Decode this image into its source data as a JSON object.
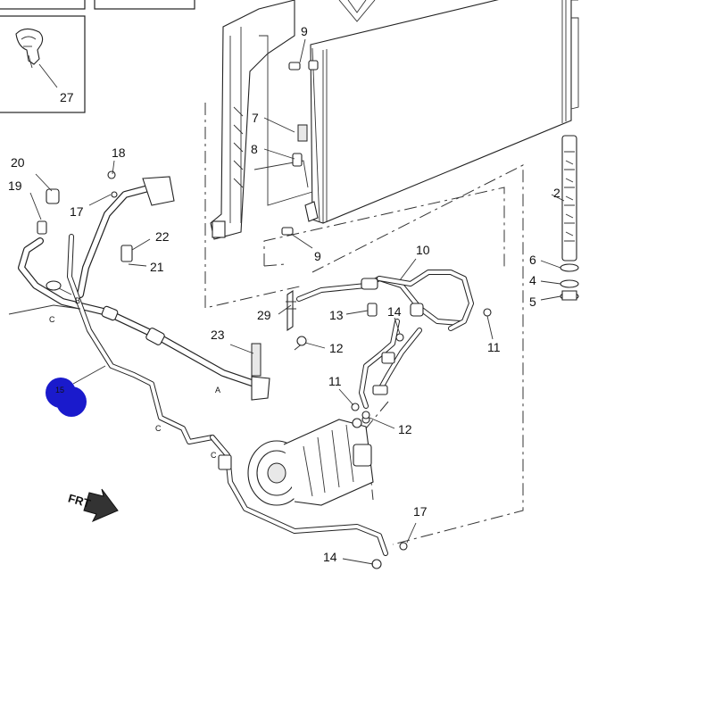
{
  "callouts": [
    {
      "id": "c27",
      "label": "27"
    },
    {
      "id": "c9a",
      "label": "9"
    },
    {
      "id": "c7",
      "label": "7"
    },
    {
      "id": "c8",
      "label": "8"
    },
    {
      "id": "c9b",
      "label": "9"
    },
    {
      "id": "c18",
      "label": "18"
    },
    {
      "id": "c20",
      "label": "20"
    },
    {
      "id": "c19",
      "label": "19"
    },
    {
      "id": "c17a",
      "label": "17"
    },
    {
      "id": "c22",
      "label": "22"
    },
    {
      "id": "c21",
      "label": "21"
    },
    {
      "id": "c2",
      "label": "2"
    },
    {
      "id": "c6",
      "label": "6"
    },
    {
      "id": "c4",
      "label": "4"
    },
    {
      "id": "c5",
      "label": "5"
    },
    {
      "id": "c10",
      "label": "10"
    },
    {
      "id": "c29",
      "label": "29"
    },
    {
      "id": "c13",
      "label": "13"
    },
    {
      "id": "c14a",
      "label": "14"
    },
    {
      "id": "c11a",
      "label": "11"
    },
    {
      "id": "c23",
      "label": "23"
    },
    {
      "id": "c12a",
      "label": "12"
    },
    {
      "id": "c11b",
      "label": "11"
    },
    {
      "id": "c12b",
      "label": "12"
    },
    {
      "id": "c17b",
      "label": "17"
    },
    {
      "id": "c14b",
      "label": "14"
    }
  ],
  "connection_letters": [
    {
      "id": "la",
      "label": "A"
    },
    {
      "id": "lb",
      "label": "B"
    },
    {
      "id": "lc1",
      "label": "C"
    },
    {
      "id": "lc2",
      "label": "C"
    },
    {
      "id": "lc3",
      "label": "C"
    }
  ],
  "front_arrow": {
    "label": "FRT"
  },
  "marker": {
    "label": "15",
    "color": "#1a1acc"
  }
}
